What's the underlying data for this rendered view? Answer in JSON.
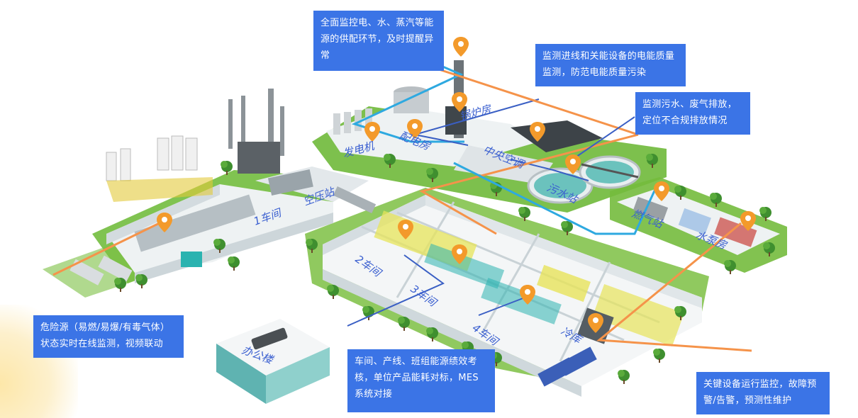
{
  "callouts": {
    "energy_supply": "全面监控电、水、蒸汽等能源的供配环节，及时提醒异常",
    "power_quality": "监测进线和关能设备的电能质量监测，防范电能质量污染",
    "emission": "监测污水、废气排放，定位不合规排放情况",
    "hazard": "危险源（易燃/易爆/有毒气体）状态实时在线监测，视频联动",
    "workshop_kpi": "车间、产线、班组能源绩效考核，单位产品能耗对标，MES系统对接",
    "equipment": "关键设备运行监控，故障预警/告警，预测性维护"
  },
  "buildings": {
    "boiler": "锅炉房",
    "substation": "配电房",
    "generator": "发电机",
    "hvac": "中央空调",
    "air_compressor": "空压站",
    "sewage": "污水站",
    "gas_station": "燃气站",
    "pump_room": "水泵房",
    "workshop1": "1车间",
    "workshop2": "2车间",
    "workshop3": "3车间",
    "workshop4": "4车间",
    "cold_storage": "冷库",
    "office": "办公楼"
  },
  "colors": {
    "callout_bg": "#3b74e6",
    "line_orange": "#f5934a",
    "line_blue": "#2ea9e0",
    "line_dark": "#3a5fc4",
    "pin": "#f39a2b",
    "wall": "#e6ebee",
    "teal": "#2bb3b0",
    "grass": "#6fb93a"
  }
}
